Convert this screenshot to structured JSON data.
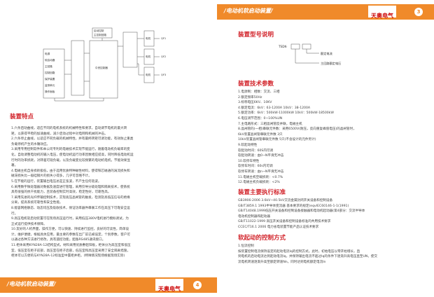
{
  "header": {
    "label": "/电动机软启动装置/",
    "brand": "天奥电气",
    "page": "3"
  },
  "footer": {
    "label": "/电动机软启动装置/",
    "brand": "天奥电气",
    "page": "4"
  },
  "diagram": {
    "center_label": "中央控制器",
    "left_labels": [
      "电源",
      "软启动器",
      "主回路",
      "控制回路",
      "保护装置",
      "监测单元",
      "操作面板"
    ],
    "top_left_labels": [
      "启动控制",
      "主控制回路"
    ],
    "right_labels": [
      "电机",
      "电机",
      "电机"
    ],
    "out_labels": [
      "QF1",
      "QF2",
      "QF3"
    ]
  },
  "left": {
    "title": "装置特点",
    "items": [
      "1.六条启动曲线，适应不同的电机系统的机械特性和要求，自动调节电机的最大转",
      "矩，以获得平稳的加速曲线，减少启动过程中对电网和机械的冲击。",
      "2.六条停止曲线，以适应不同负载的机械特性，并有最终转矩可调功能，有效防止重类",
      "负载停机产生的水锤效应。",
      "3.采用专用控制软件和本公司专利的电磁技术实现节能运行，随着电动机负载率的变",
      "化，自动调整电动机的输入电压，使电动机运行功率因数相应提高，同时降低电动机运",
      "行时的功率损耗，对转差可观负载，以及负载变化较频繁的电动机电机，节能效果显",
      "著。",
      "4.电磁主机自身损耗极低，由于选用优质特种磁性材料，使得铁芯磁通的涡流损失和",
      "磁滞损失比一般硅钢片的损失小得多，几乎可忽略不计。",
      "5.在节能的运行，装置输出电压总是正弦波，不产生任何谐波。",
      "6.采用数字微处理器对数据及速度进行管理，采用仅导分级处理和隔离技术，使系统",
      "具有很强的抗干扰能力，且装备控制实时高效，稳定性好，可靠性高。",
      "7.采用先进的光纤传输控制技术，实现高压晶闸管的触发，检测及高低压信号的绝缘",
      "分离，提高系统可靠性和安全性能。",
      "8.能容网络静态、动态均压及吸收技术，保证功率器件串联工作在高压下可靠安全运",
      "行。",
      "9.高压电机软启动装置可在现场高压运行时，采用低压380V电机进行模拟调试，为",
      "正式运行提供技术保障。",
      "10.友好的人机界面，操作方便，可以快速、持续进行监控，良好的可读性，简单设",
      "计，维护便捷，根据具体应用，最主要的参数在出厂前已被设定，个别参数，客户可",
      "以通过各种方法进行修改，具有遥控功能，配备RS485通讯接口。",
      "11.柜体采用KYN28A-12结构型式，材料采用优质敷铝锌板，柜体分为高压室和低压",
      "室，低压室在柜子前部，高压室在柜子后部，低压室和高压室采用了安全隔离措施，",
      "柜体可以方便的与KYN28A-12标准型中置柜并柜。(特殊情况现场根据现场实际)"
    ]
  },
  "right": {
    "model_title": "装置型号说明",
    "model": {
      "prefix": "TSDK-",
      "label1": "额定电流",
      "label2": "主回路额定电压"
    },
    "tech_title": "装置技术参数",
    "tech": [
      "1.电源制：相数：交流、三相",
      "2.额定频率50Hz",
      "3.标称电压6KV、10KV",
      "4.额定电流：6kV：63-1200A  10kV：38-1200A",
      "5.额定功率：6kV：500kW-11000kW  10kV：500kW-18500kW",
      "6.电压调节范围：0~100%UN",
      "7.主电路形式：三相晶闸管反并联，电磁主机",
      "8.晶闸管的(一相)串联元件数：采用6500V(耐压，反向重复峰值电压)的晶闸管时，",
      "6kV装置晶闸管串联元件数      3只",
      "10kV装置晶闸管串联元件数  5只(不含设计的元件另计)",
      "9.软起动特性",
      "软起动时间：60S内可调",
      "软起动转速：由0~N平滑无冲击",
      "10.软停车特性",
      "软停车时间：60s内可调",
      "软停车转速：由n~N平滑无冲击",
      "11.电磁主机空载损耗：<0.7%",
      "12.电磁主机负载损耗：<2%"
    ],
    "std_title": "装置主要执行标准",
    "std": [
      "GB3906-2006 3.6kV~40.5kV交流金属封闭开关设备和控制设备",
      "GB/T3859.1 1993半导体变流器 基本要求的规定(eqvIEC60146-1-1(1991)",
      "GB/T14048.1999低压开关设备和控制设备接触器和电动机起动器(第4部分：交流半导体",
      "电动机控制器和起动器",
      "GB/T11022-1999 高压开关设备和控制设备标准的共用技术要求",
      "CCEC/T16.1 2006 电力省电装置节能产品认证技术要求"
    ],
    "ctrl_title": "软起动的控制方式",
    "ctrl": [
      "1.恒流控制",
      "按装置控制电流保持设定的起动电流Iq的控制方式。此时，初始电压以零开始增长，直",
      "到电机的启动电流达到起动电流Iq，并保持输出电流不超过Iq的条件下逐渐升高电压直至UN，使交",
      "流电机转速逐渐升高至额定转速Nn，同时达到电机额定电流In"
    ]
  }
}
